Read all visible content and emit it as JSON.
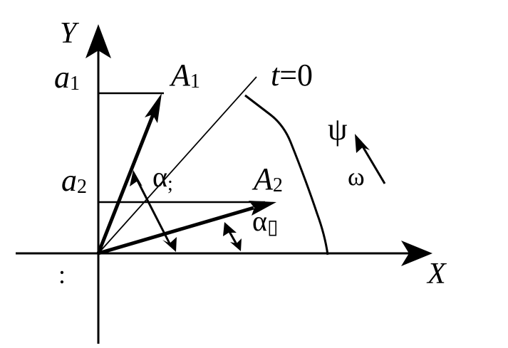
{
  "diagram": {
    "axis_x_label": "X",
    "axis_y_label": "Y",
    "origin_label": ":",
    "a1": {
      "base": "a",
      "sub": "1"
    },
    "a2": {
      "base": "a",
      "sub": "2"
    },
    "A1": {
      "base": "A",
      "sub": "1"
    },
    "A2": {
      "base": "A",
      "sub": "2"
    },
    "t_label": {
      "var": "t",
      "rest": "=0"
    },
    "alpha1": {
      "base": "α",
      "sub": ";"
    },
    "alpha2": {
      "base": "α",
      "sub": "▯"
    },
    "psi": "ψ",
    "omega": "ω"
  }
}
